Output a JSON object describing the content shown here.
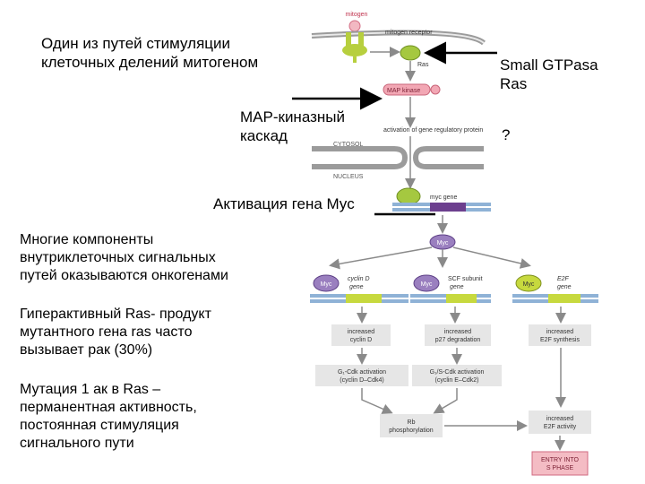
{
  "slide": {
    "text_intro": [
      "Один из путей стимуляции",
      "клеточных делений митогеном"
    ],
    "text_small_gtpase": [
      "Small GTPasa",
      "Ras"
    ],
    "text_map_cascade": [
      "MAP-киназный",
      "каскад"
    ],
    "text_question": "?",
    "text_myc_activation": "Активация гена Myc",
    "text_oncogenes": [
      "Многие компоненты",
      "внутриклеточных сигнальных",
      "путей оказываются онкогенами"
    ],
    "text_hyperactive": [
      "Гиперактивный Ras- продукт",
      "мутантного гена ras часто",
      "вызывает рак (30%)"
    ],
    "text_mutation": [
      "Мутация 1 ак в Ras –",
      "перманентная активность,",
      "постоянная стимуляция",
      "сигнального пути"
    ]
  },
  "figure": {
    "labels": {
      "mitogen": "mitogen",
      "receptor": "mitogen receptor",
      "ras": "Ras",
      "map_kinase": "MAP kinase",
      "activation_grp": "activation of gene regulatory protein",
      "cytosol": "CYTOSOL",
      "nucleus": "NUCLEUS",
      "myc_gene": "myc gene",
      "myc": "Myc",
      "cyclin_d_gene": [
        "cyclin D",
        "gene"
      ],
      "scf_gene": [
        "SCF subunit",
        "gene"
      ],
      "e2f_gene": [
        "E2F",
        "gene"
      ],
      "increased_cyclin_d": [
        "increased",
        "cyclin D"
      ],
      "increased_p27": [
        "increased",
        "p27 degradation"
      ],
      "increased_e2f_synth": [
        "increased",
        "E2F synthesis"
      ],
      "g1cdk": [
        "G₁-Cdk activation",
        "(cyclin D–Cdk4)"
      ],
      "g1scdk": [
        "G₁/S-Cdk activation",
        "(cyclin E–Cdk2)"
      ],
      "rb": [
        "Rb",
        "phosphorylation"
      ],
      "increased_e2f_act": [
        "increased",
        "E2F activity"
      ],
      "entry": [
        "ENTRY INTO",
        "S PHASE"
      ]
    },
    "colors": {
      "receptor_green": "#b7cf3e",
      "ras_green": "#a5c840",
      "map_kinase_pink": "#f2a7b4",
      "membrane_grey": "#9b9b9b",
      "myc_purple": "#9a7fbf",
      "dna_blue": "#8fb2d6",
      "dna_purple": "#6c3f8e",
      "box_grey": "#e6e6e6",
      "entry_pink": "#f4bcc4",
      "arrow_grey": "#8a8a8a",
      "pointer_black": "#000000"
    }
  }
}
